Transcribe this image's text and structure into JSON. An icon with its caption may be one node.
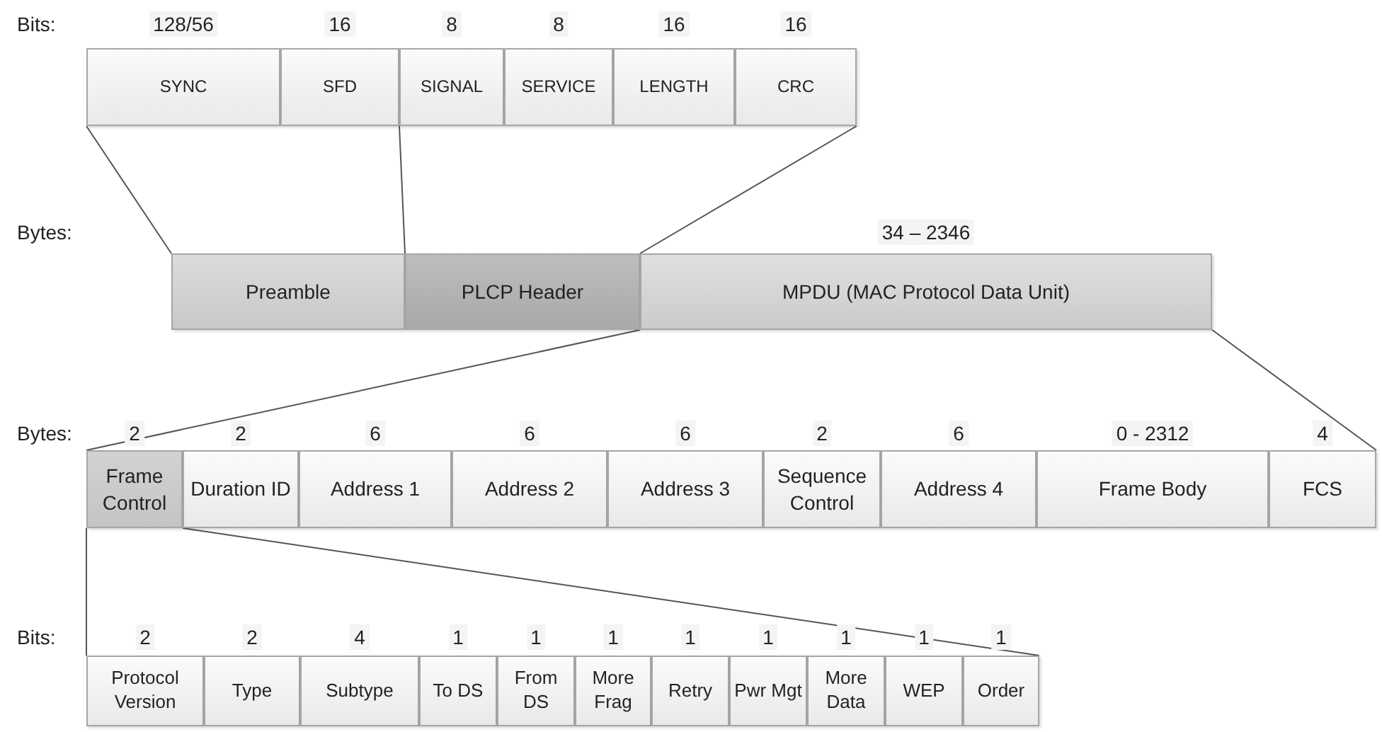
{
  "diagram": {
    "nodes": [
      {
        "text": [
          "SYNC"
        ],
        "beside": [
          "128/56"
        ]
      },
      {
        "text": [
          "SFD"
        ],
        "beside": [
          "16"
        ]
      },
      {
        "text": [
          "SIGNAL"
        ],
        "beside": [
          "8"
        ]
      },
      {
        "text": [
          "SERVICE"
        ],
        "beside": [
          "8"
        ]
      },
      {
        "text": [
          "LENGTH"
        ],
        "beside": [
          "16"
        ]
      },
      {
        "text": [
          "CRC"
        ],
        "beside": [
          "16"
        ]
      },
      {
        "text": [
          "Preamble"
        ]
      },
      {
        "text": [
          "PLCP Header"
        ]
      },
      {
        "text": [
          "MPDU (MAC Protocol Data Unit)"
        ],
        "beside": [
          "34 – 2346"
        ]
      },
      {
        "text": [
          "Frame Control"
        ],
        "beside": [
          "2"
        ]
      },
      {
        "text": [
          "Duration ID"
        ],
        "beside": [
          "2"
        ]
      },
      {
        "text": [
          "Address 1"
        ],
        "beside": [
          "6"
        ]
      },
      {
        "text": [
          "Address 2"
        ],
        "beside": [
          "6"
        ]
      },
      {
        "text": [
          "Address 3"
        ],
        "beside": [
          "6"
        ]
      },
      {
        "text": [
          "Sequence Control"
        ],
        "beside": [
          "2"
        ]
      },
      {
        "text": [
          "Address 4"
        ],
        "beside": [
          "6"
        ]
      },
      {
        "text": [
          "Frame Body"
        ],
        "beside": [
          "0 - 2312"
        ]
      },
      {
        "text": [
          "FCS"
        ],
        "beside": [
          "4"
        ]
      },
      {
        "text": [
          "Protocol Version"
        ],
        "beside": [
          "2"
        ]
      },
      {
        "text": [
          "Type"
        ],
        "beside": [
          "2"
        ]
      },
      {
        "text": [
          "Subtype"
        ],
        "beside": [
          "4"
        ]
      },
      {
        "text": [
          "To DS"
        ],
        "beside": [
          "1"
        ]
      },
      {
        "text": [
          "From DS"
        ],
        "beside": [
          "1"
        ]
      },
      {
        "text": [
          "More Frag"
        ],
        "beside": [
          "1"
        ]
      },
      {
        "text": [
          "Retry"
        ],
        "beside": [
          "1"
        ]
      },
      {
        "text": [
          "Pwr Mgt"
        ],
        "beside": [
          "1"
        ]
      },
      {
        "text": [
          "More Data"
        ],
        "beside": [
          "1"
        ]
      },
      {
        "text": [
          "WEP"
        ],
        "beside": [
          "1"
        ]
      },
      {
        "text": [
          "Order"
        ],
        "beside": [
          "1"
        ]
      }
    ],
    "edges": [
      {
        "from": 0,
        "to": 6,
        "arrow": "none"
      },
      {
        "from": 2,
        "to": 7,
        "arrow": "none"
      },
      {
        "from": 5,
        "to": 7,
        "arrow": "none"
      },
      {
        "from": 8,
        "to": 9,
        "arrow": "none"
      },
      {
        "from": 8,
        "to": 17,
        "arrow": "none"
      },
      {
        "from": 9,
        "to": 18,
        "arrow": "none"
      },
      {
        "from": 9,
        "to": 28,
        "arrow": "none"
      }
    ],
    "labels": [
      "Bits:",
      "Bytes:",
      "Bytes:",
      "Bits:"
    ]
  }
}
